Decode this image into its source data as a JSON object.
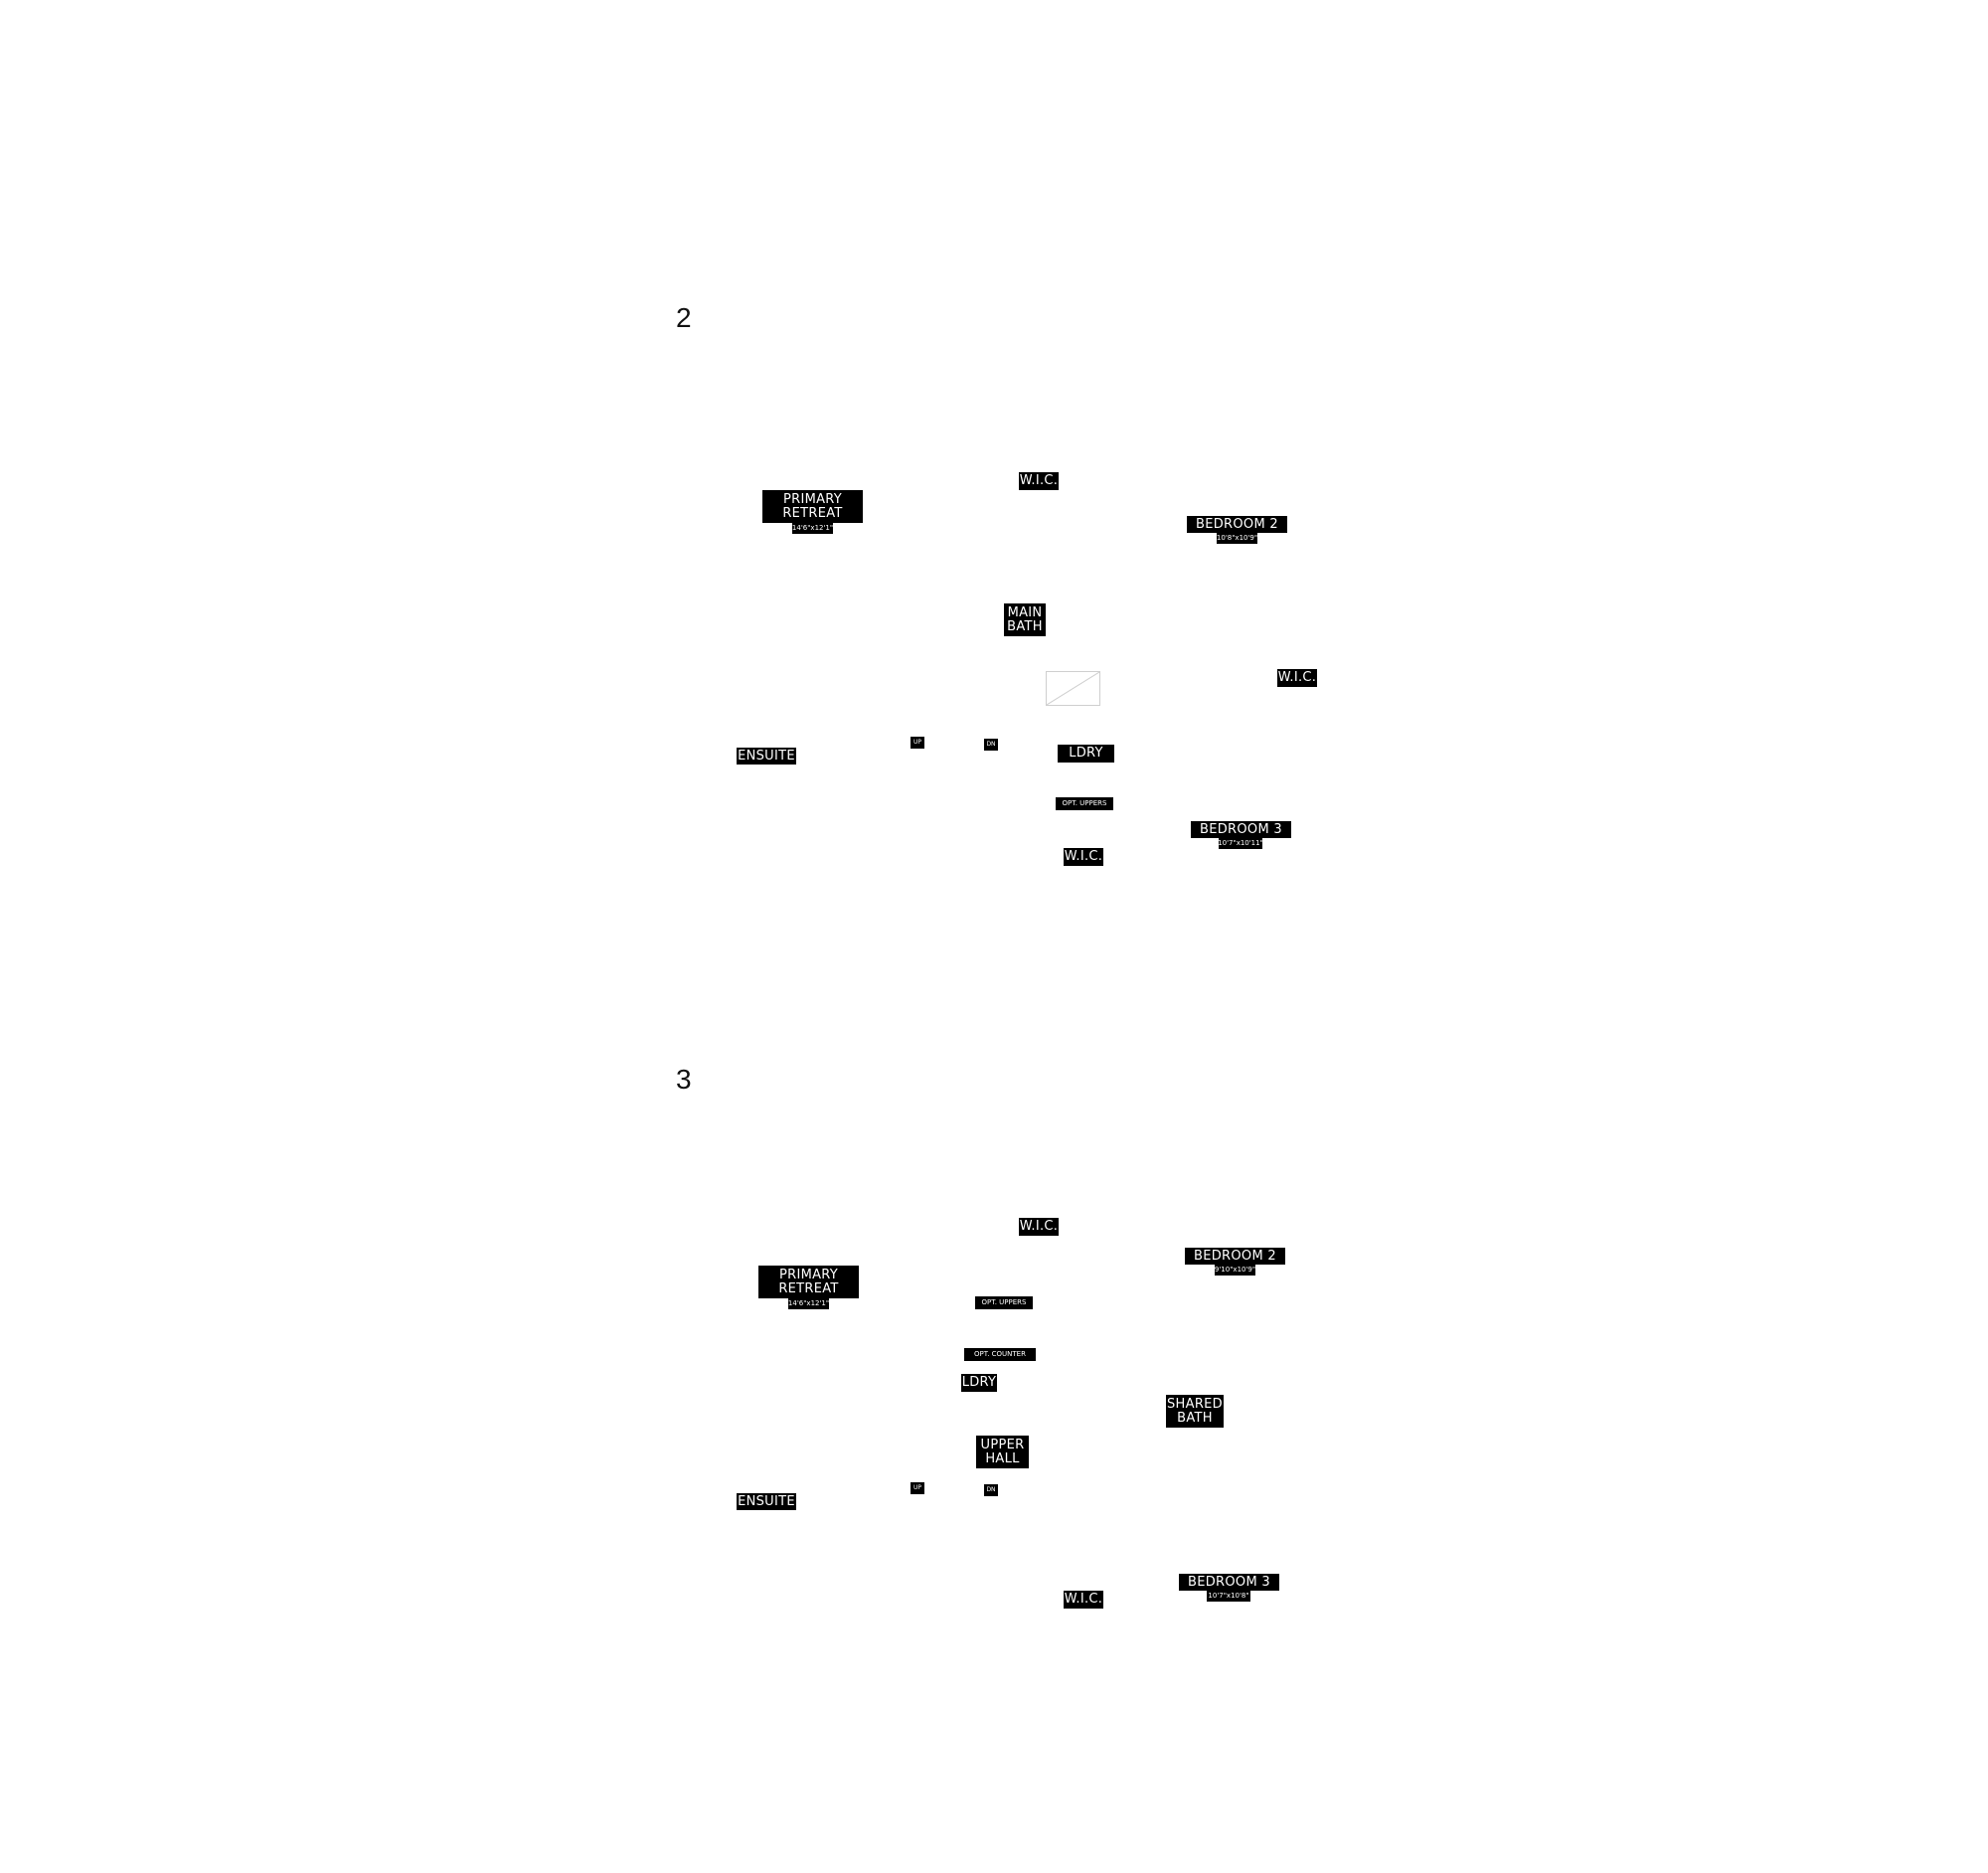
{
  "plans": [
    {
      "number": "2",
      "labels": {
        "wic_top": "W.I.C.",
        "primary_retreat_l1": "PRIMARY",
        "primary_retreat_l2": "RETREAT",
        "primary_retreat_dim": "14'6\"x12'1\"",
        "bedroom2": "BEDROOM 2",
        "bedroom2_dim": "10'8\"x10'9\"",
        "main_bath_l1": "MAIN",
        "main_bath_l2": "BATH",
        "wic_right": "W.I.C.",
        "up": "UP",
        "dn": "DN",
        "ensuite": "ENSUITE",
        "ldry": "LDRY",
        "opt_uppers": "OPT. UPPERS",
        "bedroom3": "BEDROOM 3",
        "bedroom3_dim": "10'7\"x10'11\"",
        "wic_bottom": "W.I.C."
      }
    },
    {
      "number": "3",
      "labels": {
        "wic_top": "W.I.C.",
        "bedroom2": "BEDROOM 2",
        "bedroom2_dim": "9'10\"x10'9\"",
        "primary_retreat_l1": "PRIMARY",
        "primary_retreat_l2": "RETREAT",
        "primary_retreat_dim": "14'6\"x12'1\"",
        "opt_uppers": "OPT. UPPERS",
        "opt_counter": "OPT. COUNTER",
        "ldry": "LDRY",
        "shared_bath_l1": "SHARED",
        "shared_bath_l2": "BATH",
        "upper_hall_l1": "UPPER",
        "upper_hall_l2": "HALL",
        "up": "UP",
        "dn": "DN",
        "ensuite": "ENSUITE",
        "bedroom3": "BEDROOM 3",
        "bedroom3_dim": "10'7\"x10'8\"",
        "wic_bottom": "W.I.C."
      }
    }
  ]
}
